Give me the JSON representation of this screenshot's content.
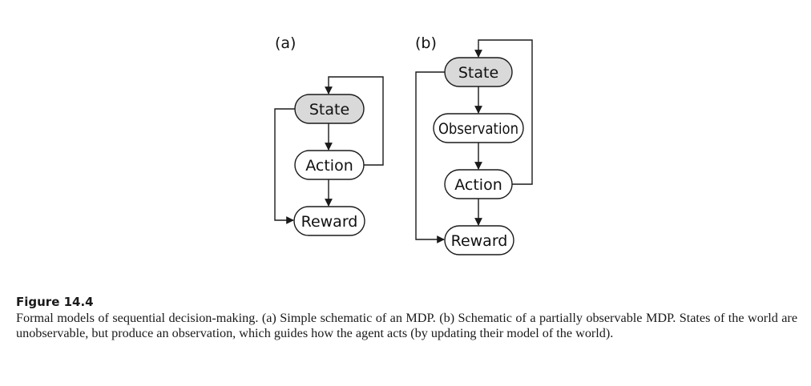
{
  "panels": {
    "a": {
      "label": "(a)",
      "nodes": {
        "state": "State",
        "action": "Action",
        "reward": "Reward"
      }
    },
    "b": {
      "label": "(b)",
      "nodes": {
        "state": "State",
        "observation": "Observation",
        "action": "Action",
        "reward": "Reward"
      }
    }
  },
  "colors": {
    "state_fill": "#d9d9d9",
    "node_fill": "#ffffff",
    "stroke": "#1a1a1a"
  },
  "caption": {
    "title": "Figure 14.4",
    "text": "Formal models of sequential decision-making. (a) Simple schematic of an MDP. (b) Schematic of a partially observable MDP. States of the world are unobservable, but produce an observation, which guides how the agent acts (by updating their model of the world)."
  }
}
